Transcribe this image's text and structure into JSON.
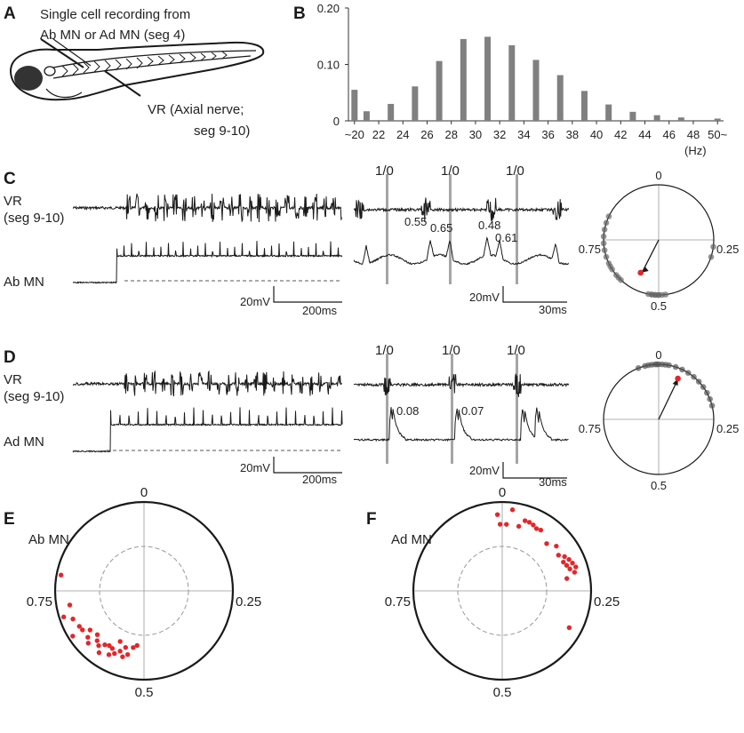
{
  "panels": {
    "A": {
      "label": "A",
      "title_line1": "Single cell recording from",
      "title_line2": "Ab MN or Ad MN (seg 4)",
      "vr_line1": "VR (Axial nerve;",
      "vr_line2": "seg 9-10)"
    },
    "B": {
      "label": "B",
      "unit": "(Hz)"
    },
    "C": {
      "label": "C",
      "vr_label1": "VR",
      "vr_label2": "(seg 9-10)",
      "mn_label": "Ab MN",
      "scale_v": "20mV",
      "scale_t1": "200ms",
      "scale_t2": "30ms",
      "cycle_marker": "1/0",
      "phases": [
        "0.55",
        "0.65",
        "0.48",
        "0.61"
      ],
      "polar_ticks": [
        "0",
        "0.25",
        "0.5",
        "0.75"
      ]
    },
    "D": {
      "label": "D",
      "vr_label1": "VR",
      "vr_label2": "(seg 9-10)",
      "mn_label": "Ad MN",
      "scale_v": "20mV",
      "scale_t1": "200ms",
      "scale_t2": "30ms",
      "cycle_marker": "1/0",
      "phases": [
        "0.08",
        "0.07"
      ],
      "polar_ticks": [
        "0",
        "0.25",
        "0.5",
        "0.75"
      ]
    },
    "E": {
      "label": "E",
      "title": "Ab MN",
      "ticks": [
        "0",
        "0.25",
        "0.5",
        "0.75"
      ]
    },
    "F": {
      "label": "F",
      "title": "Ad MN",
      "ticks": [
        "0",
        "0.25",
        "0.5",
        "0.75"
      ]
    }
  },
  "colors": {
    "bar": "#808080",
    "dot": "#e3262a",
    "trace": "#1a1a1a",
    "marker": "#a6a6a6"
  },
  "chart_data": [
    {
      "type": "bar",
      "categories": [
        "~20",
        "21",
        "22",
        "23",
        "24",
        "25",
        "26",
        "27",
        "28",
        "29",
        "30",
        "31",
        "32",
        "33",
        "34",
        "35",
        "36",
        "37",
        "38",
        "39",
        "40",
        "41",
        "42",
        "43",
        "44",
        "45",
        "46",
        "47",
        "48",
        "49",
        "50~"
      ],
      "tick_labels": [
        "~20",
        "22",
        "24",
        "26",
        "28",
        "30",
        "32",
        "34",
        "36",
        "38",
        "40",
        "42",
        "44",
        "46",
        "48",
        "50~"
      ],
      "values": [
        0.055,
        0.017,
        0.0,
        0.03,
        0.0,
        0.061,
        0.0,
        0.106,
        0.0,
        0.145,
        0.0,
        0.149,
        0.0,
        0.134,
        0.0,
        0.108,
        0.0,
        0.081,
        0.0,
        0.053,
        0.0,
        0.029,
        0.0,
        0.016,
        0.0,
        0.01,
        0.0,
        0.006,
        0.0,
        0.0,
        0.004
      ],
      "ylim": [
        0,
        0.2
      ],
      "yticks": [
        "0",
        "0.10",
        "0.20"
      ],
      "xlabel": "(Hz)",
      "ylabel": ""
    },
    {
      "type": "scatter",
      "name": "Ab MN phases",
      "points": [
        {
          "phase": 0.78,
          "r": 0.95
        },
        {
          "phase": 0.72,
          "r": 0.85
        },
        {
          "phase": 0.7,
          "r": 0.95
        },
        {
          "phase": 0.69,
          "r": 0.86
        },
        {
          "phase": 0.67,
          "r": 0.83
        },
        {
          "phase": 0.66,
          "r": 0.95
        },
        {
          "phase": 0.66,
          "r": 0.82
        },
        {
          "phase": 0.65,
          "r": 0.75
        },
        {
          "phase": 0.64,
          "r": 0.82
        },
        {
          "phase": 0.63,
          "r": 0.72
        },
        {
          "phase": 0.63,
          "r": 0.86
        },
        {
          "phase": 0.62,
          "r": 0.77
        },
        {
          "phase": 0.61,
          "r": 0.8
        },
        {
          "phase": 0.6,
          "r": 0.75
        },
        {
          "phase": 0.6,
          "r": 0.86
        },
        {
          "phase": 0.59,
          "r": 0.73
        },
        {
          "phase": 0.58,
          "r": 0.74
        },
        {
          "phase": 0.58,
          "r": 0.82
        },
        {
          "phase": 0.57,
          "r": 0.78
        },
        {
          "phase": 0.57,
          "r": 0.63
        },
        {
          "phase": 0.56,
          "r": 0.73
        },
        {
          "phase": 0.55,
          "r": 0.67
        },
        {
          "phase": 0.54,
          "r": 0.74
        },
        {
          "phase": 0.53,
          "r": 0.65
        },
        {
          "phase": 0.55,
          "r": 0.78
        },
        {
          "phase": 0.52,
          "r": 0.62
        }
      ]
    },
    {
      "type": "scatter",
      "name": "Ad MN phases",
      "points": [
        {
          "phase": 0.99,
          "r": 0.86
        },
        {
          "phase": 0.995,
          "r": 0.75
        },
        {
          "phase": 0.01,
          "r": 0.75
        },
        {
          "phase": 0.02,
          "r": 0.92
        },
        {
          "phase": 0.04,
          "r": 0.75
        },
        {
          "phase": 0.05,
          "r": 0.83
        },
        {
          "phase": 0.06,
          "r": 0.83
        },
        {
          "phase": 0.07,
          "r": 0.82
        },
        {
          "phase": 0.08,
          "r": 0.8
        },
        {
          "phase": 0.09,
          "r": 0.81
        },
        {
          "phase": 0.12,
          "r": 0.73
        },
        {
          "phase": 0.14,
          "r": 0.79
        },
        {
          "phase": 0.16,
          "r": 0.75
        },
        {
          "phase": 0.17,
          "r": 0.8
        },
        {
          "phase": 0.18,
          "r": 0.83
        },
        {
          "phase": 0.18,
          "r": 0.76
        },
        {
          "phase": 0.19,
          "r": 0.85
        },
        {
          "phase": 0.19,
          "r": 0.78
        },
        {
          "phase": 0.2,
          "r": 0.87
        },
        {
          "phase": 0.2,
          "r": 0.8
        },
        {
          "phase": 0.21,
          "r": 0.84
        },
        {
          "phase": 0.22,
          "r": 0.74
        },
        {
          "phase": 0.33,
          "r": 0.86
        }
      ]
    }
  ]
}
